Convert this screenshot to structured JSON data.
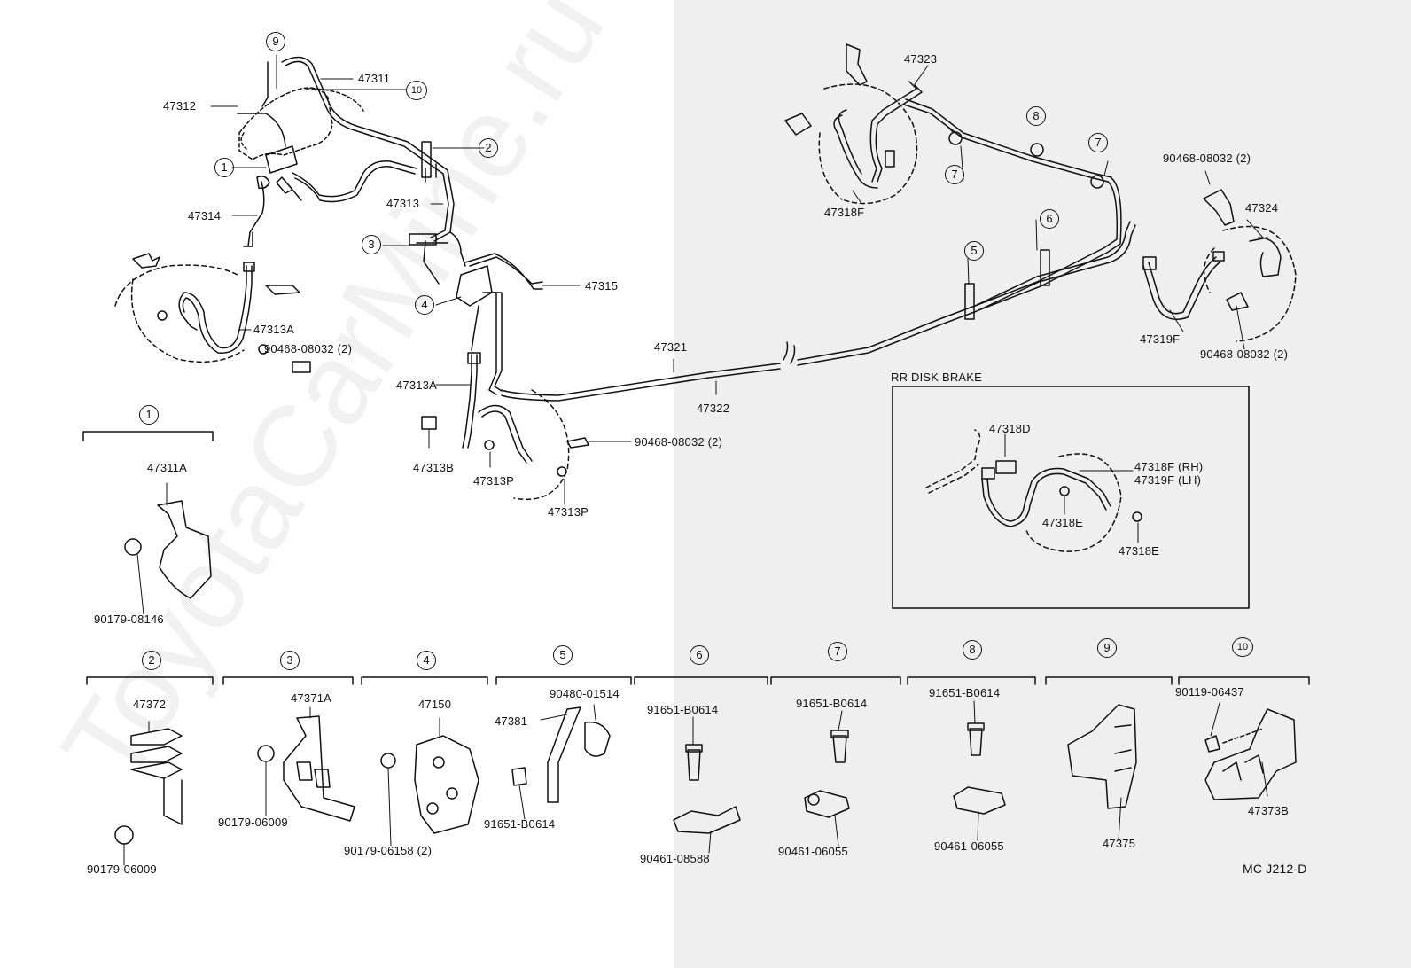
{
  "callouts": [
    "1",
    "2",
    "3",
    "4",
    "5",
    "6",
    "7",
    "8",
    "9",
    "10"
  ],
  "top_labels": {
    "p47312": "47312",
    "p47311": "47311",
    "p47314": "47314",
    "p47313": "47313",
    "p47313A_left": "47313A",
    "p90468_left": "90468-08032 (2)",
    "p47315": "47315",
    "p47313A_mid": "47313A",
    "p47313B": "47313B",
    "p47313P_1": "47313P",
    "p47313P_2": "47313P",
    "p90468_mid": "90468-08032 (2)",
    "p47321": "47321",
    "p47322": "47322",
    "p47323": "47323",
    "p47318F_top": "47318F",
    "p90468_right_top": "90468-08032 (2)",
    "p47324": "47324",
    "p47319F": "47319F",
    "p90468_right_bottom": "90468-08032 (2)"
  },
  "rr_box": {
    "title": "RR DISK BRAKE",
    "p47318D": "47318D",
    "p47318F_rh": "47318F (RH)",
    "p47319F_lh": "47319F (LH)",
    "p47318E_1": "47318E",
    "p47318E_2": "47318E"
  },
  "detail_1": {
    "part": "47311A",
    "bolt": "90179-08146"
  },
  "details": [
    {
      "num": "2",
      "parts": [
        "47372",
        "90179-06009"
      ]
    },
    {
      "num": "3",
      "parts": [
        "47371A",
        "90179-06009"
      ]
    },
    {
      "num": "4",
      "parts": [
        "47150",
        "90179-06158 (2)"
      ]
    },
    {
      "num": "5",
      "parts": [
        "90480-01514",
        "47381",
        "91651-B0614"
      ]
    },
    {
      "num": "6",
      "parts": [
        "91651-B0614",
        "90461-08588"
      ]
    },
    {
      "num": "7",
      "parts": [
        "91651-B0614",
        "90461-06055"
      ]
    },
    {
      "num": "8",
      "parts": [
        "91651-B0614",
        "90461-06055"
      ]
    },
    {
      "num": "9",
      "parts": [
        "47375"
      ]
    },
    {
      "num": "10",
      "parts": [
        "90119-06437",
        "47373B"
      ]
    }
  ],
  "footer_code": "MC J212-D",
  "watermark": "ToyotaCarMine.ru"
}
